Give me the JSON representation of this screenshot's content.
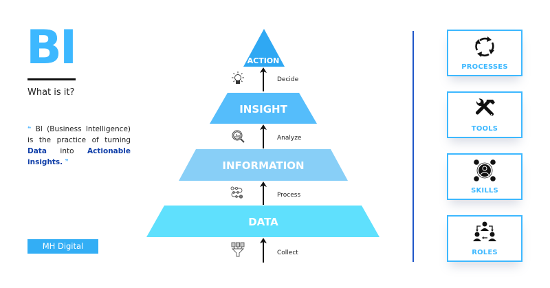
{
  "header": {
    "title": "BI",
    "subtitle": "What is it?"
  },
  "definition": {
    "open_quote_icon": "quote-open-icon",
    "text_part1": "BI (Business Intelligence) is the practice of turning ",
    "highlight1": "Data",
    "text_part2": " into ",
    "highlight2": "Actionable insights.",
    "close_quote_icon": "quote-close-icon"
  },
  "brand": {
    "label": "MH Digital"
  },
  "pyramid": {
    "tiers": [
      {
        "label": "ACTION",
        "color": "#2fa8f3"
      },
      {
        "label": "INSIGHT",
        "color": "#55bdfb"
      },
      {
        "label": "INFORMATION",
        "color": "#88cff7"
      },
      {
        "label": "DATA",
        "color": "#5fe0fd"
      }
    ],
    "steps": [
      {
        "label": "Decide",
        "icon": "lightbulb-icon"
      },
      {
        "label": "Analyze",
        "icon": "magnifier-chart-icon"
      },
      {
        "label": "Process",
        "icon": "process-flow-icon"
      },
      {
        "label": "Collect",
        "icon": "funnel-database-icon"
      }
    ]
  },
  "cards": [
    {
      "label": "PROCESSES",
      "icon": "cycle-arrows-icon"
    },
    {
      "label": "TOOLS",
      "icon": "wrench-hammer-icon"
    },
    {
      "label": "SKILLS",
      "icon": "person-skills-icon"
    },
    {
      "label": "ROLES",
      "icon": "team-roles-icon"
    }
  ],
  "colors": {
    "accent": "#3db8ff",
    "highlight_text": "#0f3ea8",
    "divider": "#1e56c8"
  }
}
